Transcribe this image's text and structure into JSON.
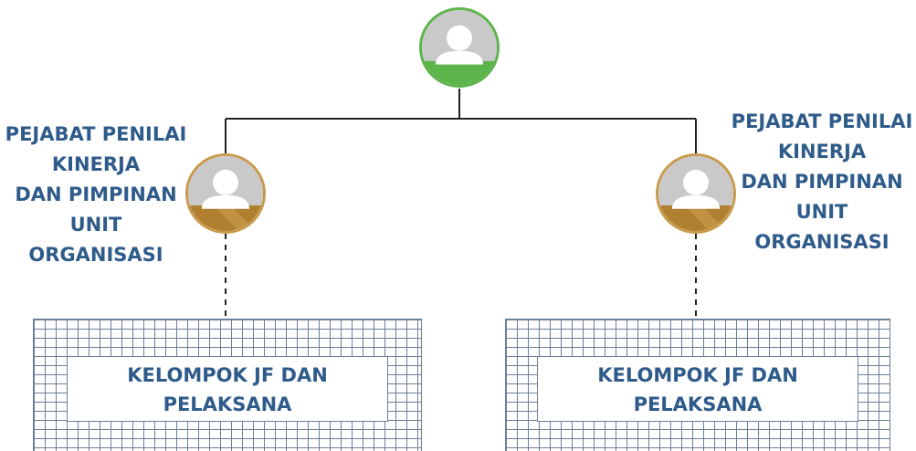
{
  "top_node": {
    "avatar_icon": "person-avatar-icon",
    "accent_color": "#5cb44a"
  },
  "left_node": {
    "avatar_icon": "person-avatar-icon",
    "accent_color": "#b08030",
    "label_lines": [
      "PEJABAT PENILAI",
      "KINERJA",
      "DAN PIMPINAN",
      "UNIT",
      "ORGANISASI"
    ]
  },
  "right_node": {
    "avatar_icon": "person-avatar-icon",
    "accent_color": "#b08030",
    "label_lines": [
      "PEJABAT PENILAI",
      "KINERJA",
      "DAN PIMPINAN",
      "UNIT",
      "ORGANISASI"
    ]
  },
  "left_group": {
    "title_lines": [
      "KELOMPOK JF DAN",
      "PELAKSANA"
    ]
  },
  "right_group": {
    "title_lines": [
      "KELOMPOK JF DAN",
      "PELAKSANA"
    ]
  },
  "colors": {
    "label_text": "#2e5b8a",
    "connector": "#222222",
    "grid_line": "#6d7f98"
  }
}
